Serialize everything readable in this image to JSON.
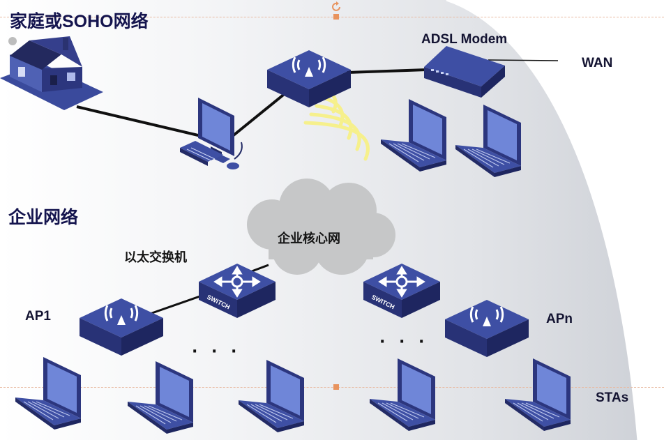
{
  "sections": {
    "home": "家庭或SOHO网络",
    "enterprise": "企业网络"
  },
  "labels": {
    "adsl_modem": "ADSL Modem",
    "wan": "WAN",
    "core_network": "企业核心网",
    "ethernet_switch": "以太交换机",
    "ap1": "AP1",
    "apn": "APn",
    "stas": "STAs",
    "switch_text": "SWITCH",
    "ellipsis": "· · ·"
  },
  "colors": {
    "device_blue": "#3a4a9c",
    "device_dark": "#262e6e",
    "screen_blue": "#6f86d8",
    "signal_yellow": "#f6f08c",
    "cloud_gray": "#c6c7c8",
    "link_black": "#101010",
    "guide_orange": "#e8935e"
  }
}
